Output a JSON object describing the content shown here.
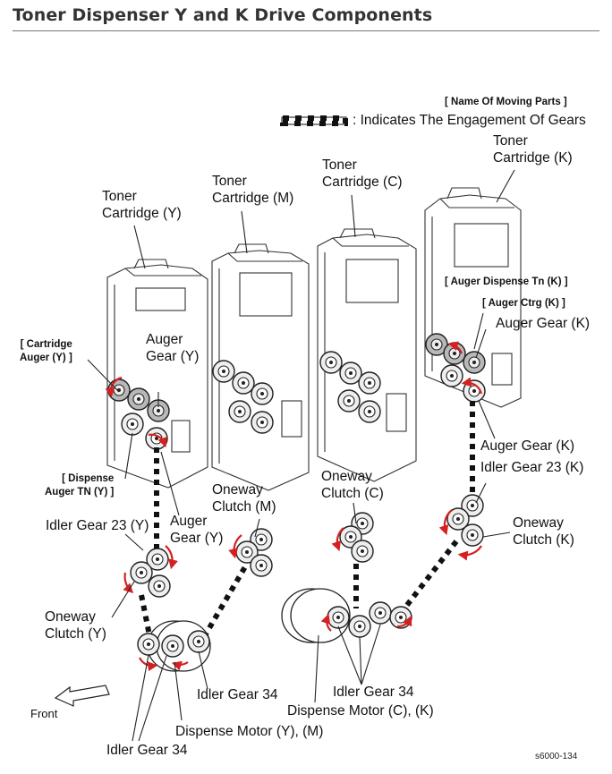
{
  "title": "Toner Dispenser Y and K Drive Components",
  "legend": {
    "heading": "[ Name Of Moving Parts ]",
    "engagement_text": ": Indicates The Engagement Of Gears"
  },
  "labels": {
    "toner_y": [
      "Toner",
      "Cartridge (Y)"
    ],
    "toner_m": [
      "Toner",
      "Cartridge (M)"
    ],
    "toner_c": [
      "Toner",
      "Cartridge (C)"
    ],
    "toner_k": [
      "Toner",
      "Cartridge (K)"
    ],
    "cartridge_auger_y": [
      "[ Cartridge",
      "Auger  (Y) ]"
    ],
    "auger_gear_y_top": [
      "Auger",
      "Gear (Y)"
    ],
    "dispense_auger_tn_y": [
      "[ Dispense",
      "Auger TN (Y) ]"
    ],
    "auger_gear_y_bottom": [
      "Auger",
      "Gear (Y)"
    ],
    "idler_gear_23_y": "Idler Gear 23 (Y)",
    "oneway_clutch_y": [
      "Oneway",
      "Clutch (Y)"
    ],
    "oneway_clutch_m": [
      "Oneway",
      "Clutch (M)"
    ],
    "oneway_clutch_c": [
      "Oneway",
      "Clutch (C)"
    ],
    "auger_dispense_tn_k": "[ Auger Dispense Tn (K) ]",
    "auger_ctrg_k": "[ Auger Ctrg (K) ]",
    "auger_gear_k_top": "Auger Gear (K)",
    "auger_gear_k_bottom": "Auger Gear (K)",
    "idler_gear_23_k": "Idler Gear 23 (K)",
    "oneway_clutch_k": [
      "Oneway",
      "Clutch (K)"
    ],
    "idler_gear_34_right_ym": "Idler Gear 34",
    "idler_gear_34_bottom": "Idler Gear 34",
    "dispense_motor_ym": "Dispense Motor (Y), (M)",
    "idler_gear_34_ck": "Idler Gear 34",
    "dispense_motor_ck": "Dispense Motor (C), (K)",
    "front": "Front"
  },
  "figure_id": "s6000-134",
  "colors": {
    "line": "#222222",
    "rotation_arrow": "#d42020",
    "gear_fill": "#e8e8e8",
    "gear_dark": "#9a9a9a"
  }
}
